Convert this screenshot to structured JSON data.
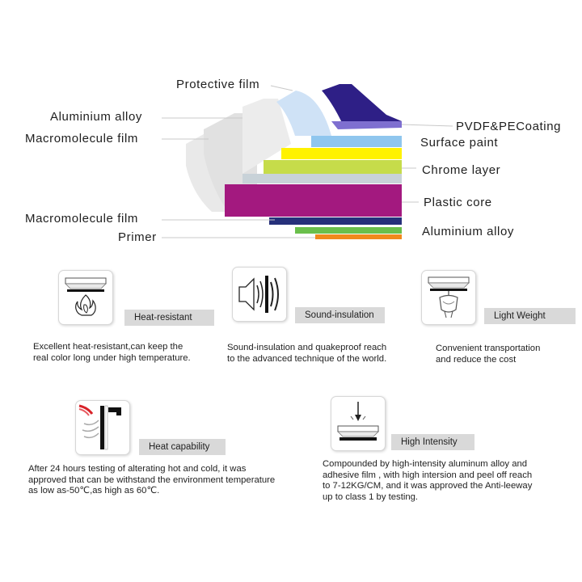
{
  "layers": {
    "left_labels": [
      {
        "id": "protective-film",
        "text": "Protective film"
      },
      {
        "id": "aluminium-alloy-top",
        "text": "Aluminium alloy"
      },
      {
        "id": "macromolecule-film-top",
        "text": "Macromolecule film"
      },
      {
        "id": "macromolecule-film-bottom",
        "text": "Macromolecule film"
      },
      {
        "id": "primer",
        "text": "Primer"
      }
    ],
    "right_labels": [
      {
        "id": "pvdf-pe-coating",
        "text": "PVDF&PECoating"
      },
      {
        "id": "surface-paint",
        "text": "Surface paint"
      },
      {
        "id": "chrome-layer",
        "text": "Chrome layer"
      },
      {
        "id": "plastic-core",
        "text": "Plastic core"
      },
      {
        "id": "aluminium-alloy-bottom",
        "text": "Aluminium alloy"
      }
    ],
    "colors": {
      "pvdf_coating": "#2e1f86",
      "protective_film": "#cfe2f6",
      "surface_paint": "#8fc6ee",
      "yellow": "#fff200",
      "chrome": "#c6dc4a",
      "plastic_core": "#a3197f",
      "navy": "#26307a",
      "green": "#6abf4b",
      "orange": "#f08a1c",
      "gray_sheet": "#e2e2e2"
    }
  },
  "features": [
    {
      "id": "heat-resistant",
      "tag": "Heat-resistant",
      "description": "Excellent heat-resistant,can keep the\nreal color long under high temperature.",
      "icon": "flame-icon"
    },
    {
      "id": "sound-insulation",
      "tag": "Sound-insulation",
      "description": "Sound-insulation and quakeproof reach\nto the advanced technique of the world.",
      "icon": "speaker-icon"
    },
    {
      "id": "light-weight",
      "tag": "Light Weight",
      "description": "Convenient transportation\nand reduce the cost",
      "icon": "balloon-icon"
    },
    {
      "id": "heat-capability",
      "tag": "Heat capability",
      "description": "After 24 hours testing of alterating hot and cold, it was\napproved that can be withstand the environment temperature\n as low as-50℃,as high as 60℃.",
      "icon": "thermal-panel-icon"
    },
    {
      "id": "high-intensity",
      "tag": "High Intensity",
      "description": "Compounded by high-intensity aluminum alloy and\nadhesive film , with high intersion and peel off reach\nto 7-12KG/CM, and it was approved the Anti-leeway\nup to class 1 by testing.",
      "icon": "pressure-icon"
    }
  ]
}
